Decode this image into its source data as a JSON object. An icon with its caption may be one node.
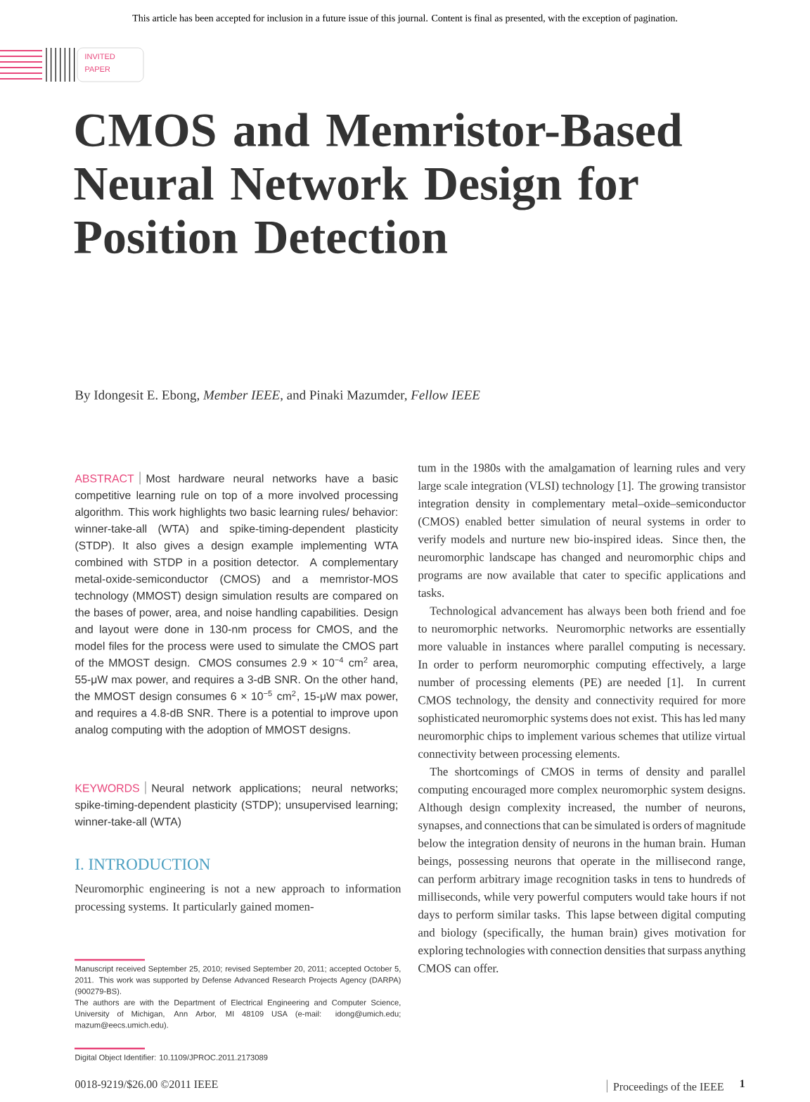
{
  "diagram": {
    "title": "CMOS and Memristor-Based Neural Network Design for Position Detection",
    "labels": [
      "This article has been accepted for inclusion in a future issue of this journal. Content is final as presented, with the exception of pagination.",
      "INVITED",
      "PAPER",
      "By Idongesit E. Ebong, *Member IEEE*, and Pinaki Mazumder, *Fellow IEEE*",
      "ABSTRACT",
      "Most hardware neural networks have a basic competitive learning rule on top of a more involved processing algorithm. This work highlights two basic learning rules/ behavior: winner-take-all (WTA) and spike-timing-dependent plasticity (STDP). It also gives a design example implementing WTA combined with STDP in a position detector. A complementary metal-oxide-semiconductor (CMOS) and a memristor-MOS technology (MMOST) design simulation results are compared on the bases of power, area, and noise handling capabilities. Design and layout were done in 130-nm process for CMOS, and the model files for the process were used to simulate the CMOS part of the MMOST design. CMOS consumes 2.9 × 10$^{−4}$ cm$^{2}$ area, 55-μW max power, and requires a 3-dB SNR. On the other hand, the MMOST design consumes 6 × 10$^{−5}$ cm$^{2}$, 15-μW max power, and requires a 4.8-dB SNR. There is a potential to improve upon analog computing with the adoption of MMOST designs.",
      "KEYWORDS",
      "Neural network applications; neural networks; spike-timing-dependent plasticity (STDP); unsupervised learning; winner-take-all (WTA)",
      "I. INTRODUCTION",
      "Neuromorphic engineering is not a new approach to information processing systems. It particularly gained momen-",
      "tum in the 1980s with the amalgamation of learning rules and very large scale integration (VLSI) technology [1]. The growing transistor integration density in complementary metal–oxide–semiconductor (CMOS) enabled better simulation of neural systems in order to verify models and nurture new bio-inspired ideas. Since then, the neuromorphic landscape has changed and neuromorphic chips and programs are now available that cater to specific applications and tasks.",
      "Technological advancement has always been both friend and foe to neuromorphic networks. Neuromorphic networks are essentially more valuable in instances where parallel computing is necessary. In order to perform neuromorphic computing effectively, a large number of processing elements (PE) are needed [1]. In current CMOS technology, the density and connectivity required for more sophisticated neuromorphic systems does not exist. This has led many neuromorphic chips to implement various schemes that utilize virtual connectivity between processing elements.",
      "The shortcomings of CMOS in terms of density and parallel computing encouraged more complex neuromorphic system designs. Although design complexity increased, the number of neurons, synapses, and connections that can be simulated is orders of magnitude below the integration density of neurons in the human brain. Human beings, possessing neurons that operate in the millisecond range, can perform arbitrary image recognition tasks in tens to hundreds of milliseconds, while very powerful computers would take hours if not days to perform similar tasks. This lapse between digital computing and biology (specifically, the human brain) gives motivation for exploring technologies with connection densities that surpass anything CMOS can offer.",
      "Manuscript received September 25, 2010; revised September 20, 2011; accepted October 5, 2011. This work was supported by Defense Advanced Research Projects Agency (DARPA) (900279-BS).",
      "The authors are with the Department of Electrical Engineering and Computer Science, University of Michigan, Ann Arbor, MI 48109 USA (e-mail: idong@umich.edu; mazum@eecs.umich.edu).",
      "Digital Object Identifier: 10.1109/JPROC.2011.2173089",
      "0018-9219/$26.00 ©2011 IEEE",
      "Proceedings of the IEEE",
      "1"
    ]
  }
}
